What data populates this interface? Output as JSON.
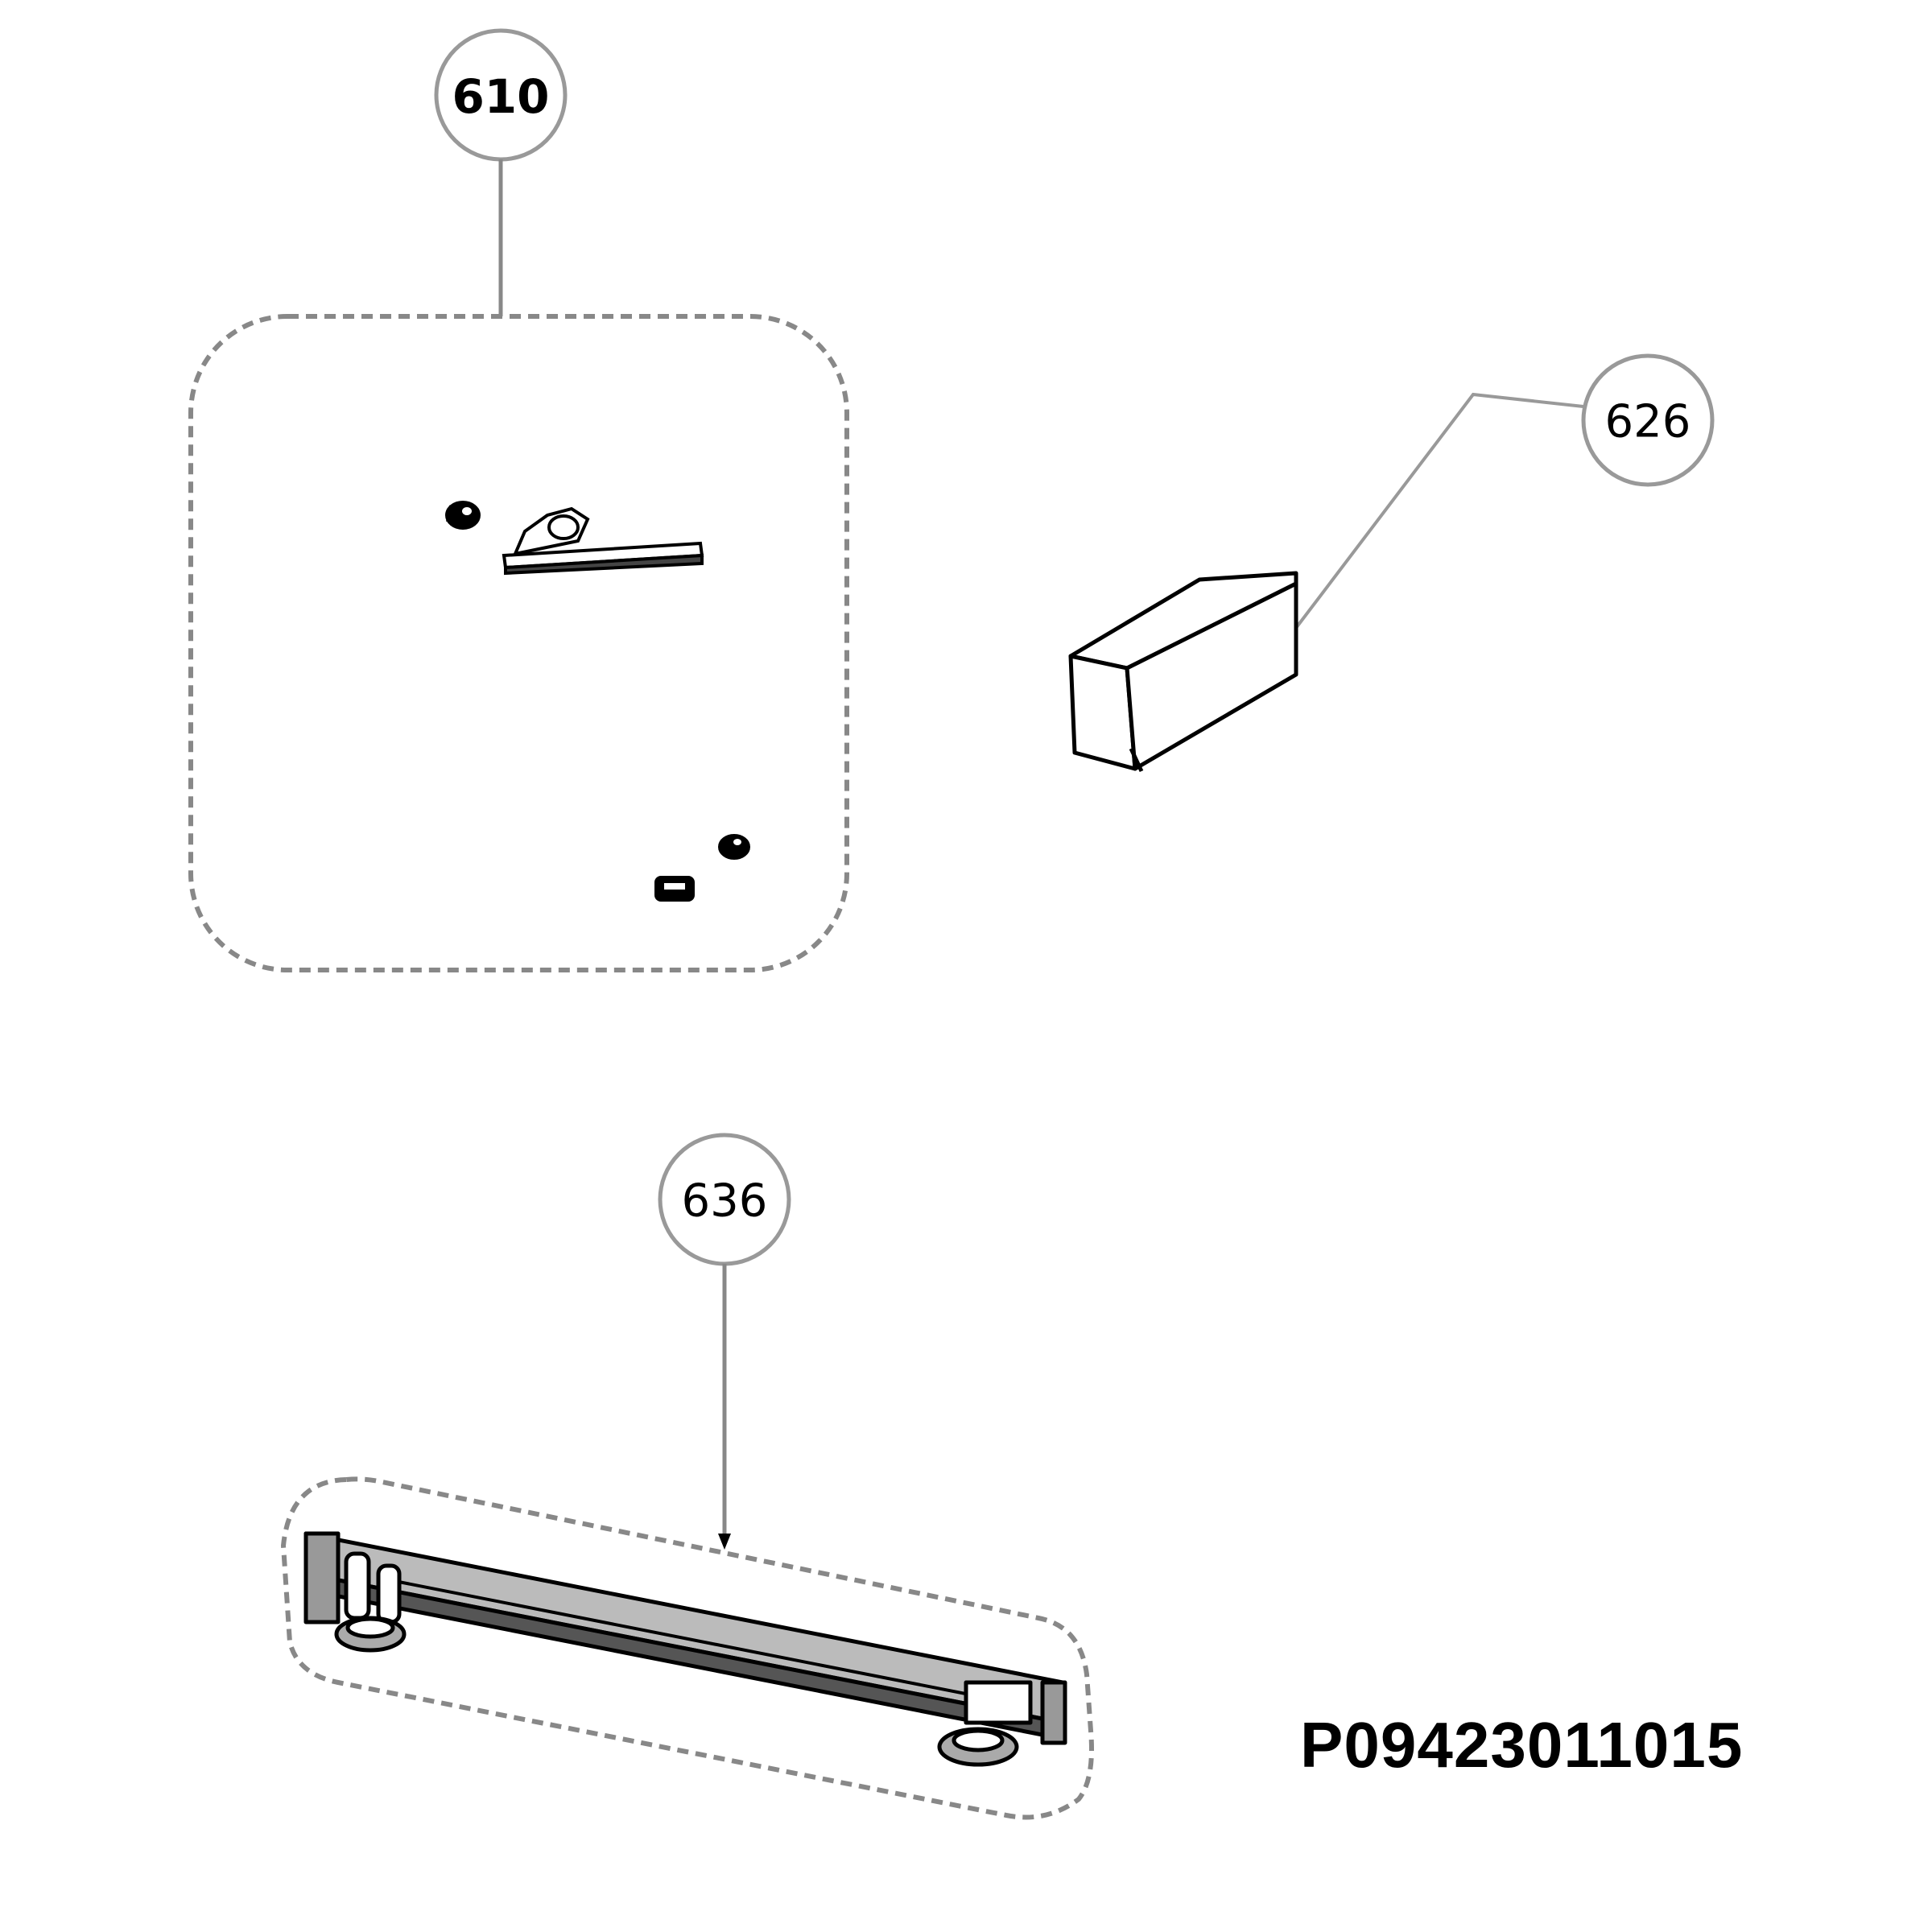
{
  "callouts": {
    "c610": {
      "label": "610"
    },
    "c626": {
      "label": "626"
    },
    "c636": {
      "label": "636"
    }
  },
  "drawing_number": "P09423011015",
  "colors": {
    "line": "#000000",
    "leader": "#999999",
    "dashed_box": "#888888",
    "part_fill": "#bbbbbb",
    "background": "#ffffff"
  }
}
